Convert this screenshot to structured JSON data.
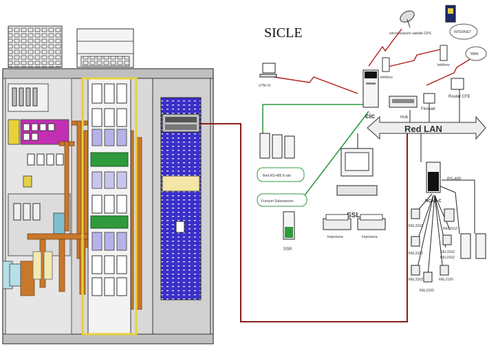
{
  "title": "SICLE",
  "network": {
    "lan_label": "Red LAN",
    "sync": "sincronización satelite GPS",
    "internet_1": "INTERNET",
    "internet_2": "WAN",
    "telefono_1": "teléfono",
    "telefono_2": "teléfono",
    "utm": "UTM #1",
    "cic": "cic",
    "hub": "Hub",
    "firewall": "Firewall",
    "router": "Router CFE",
    "rs485_box": "Red RS-485 8 ssh",
    "funcion_box": "Funcion Subestacion",
    "ssr": "SSR",
    "ssl": "SSL",
    "impresora_1": "Impresora",
    "impresora_2": "Impresora",
    "ncad": "NCAD-C",
    "rs485_label": "RS-485",
    "relays": [
      "REL316Z",
      "REL316Z",
      "REL316Z",
      "REL316Z",
      "REL316Z",
      "REL316Z",
      "REL2100",
      "REL2100"
    ]
  },
  "colors": {
    "rack_cable": "#c9772b",
    "purple_panel": "#3a2fc8",
    "magenta_panel": "#c22fb3",
    "link_red": "#8a1c1c",
    "link_green": "#2f9a3c",
    "lan_bar": "#eeeeee"
  }
}
